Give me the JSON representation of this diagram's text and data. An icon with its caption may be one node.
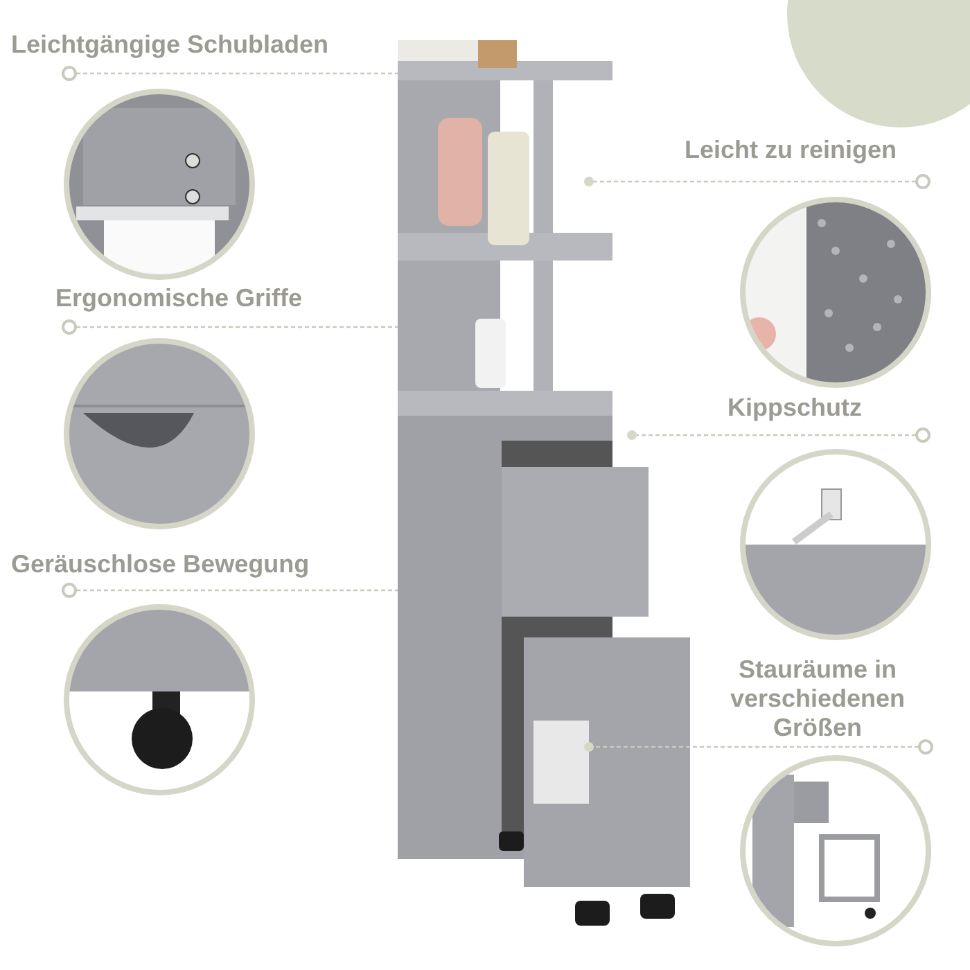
{
  "diagram": {
    "nodes": [
      {
        "text": [
          "Leichtgängige Schubladen"
        ]
      },
      {
        "text": [
          "Ergonomische Griffe"
        ]
      },
      {
        "text": [
          "Geräuschlose Bewegung"
        ]
      },
      {
        "text": [
          "Leicht zu reinigen"
        ]
      },
      {
        "text": [
          "Kippschutz"
        ]
      },
      {
        "text": [
          "Stauräume in verschiedenen Größen"
        ]
      },
      {
        "text": [],
        "shape": "picture"
      }
    ],
    "edges": [
      {
        "from": 0,
        "to": 6,
        "arrow": "other",
        "style": "dashed"
      },
      {
        "from": 1,
        "to": 6,
        "arrow": "other",
        "style": "dashed"
      },
      {
        "from": 2,
        "to": 6,
        "arrow": "other",
        "style": "dashed"
      },
      {
        "from": 3,
        "to": 6,
        "arrow": "other",
        "style": "dashed"
      },
      {
        "from": 4,
        "to": 6,
        "arrow": "other",
        "style": "dashed"
      },
      {
        "from": 5,
        "to": 6,
        "arrow": "other",
        "style": "dashed"
      }
    ]
  }
}
